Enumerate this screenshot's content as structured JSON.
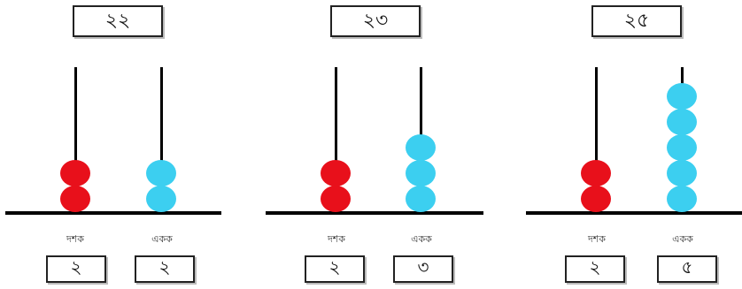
{
  "colors": {
    "tens_bead": "#e8101b",
    "ones_bead": "#3ccff0"
  },
  "abacuses": [
    {
      "number": "২২",
      "tens_label": "দশক",
      "ones_label": "একক",
      "tens_digit": "২",
      "ones_digit": "২",
      "tens_beads": 2,
      "ones_beads": 2
    },
    {
      "number": "২৩",
      "tens_label": "দশক",
      "ones_label": "একক",
      "tens_digit": "২",
      "ones_digit": "৩",
      "tens_beads": 2,
      "ones_beads": 3
    },
    {
      "number": "২৫",
      "tens_label": "দশক",
      "ones_label": "একক",
      "tens_digit": "২",
      "ones_digit": "৫",
      "tens_beads": 2,
      "ones_beads": 5
    }
  ]
}
